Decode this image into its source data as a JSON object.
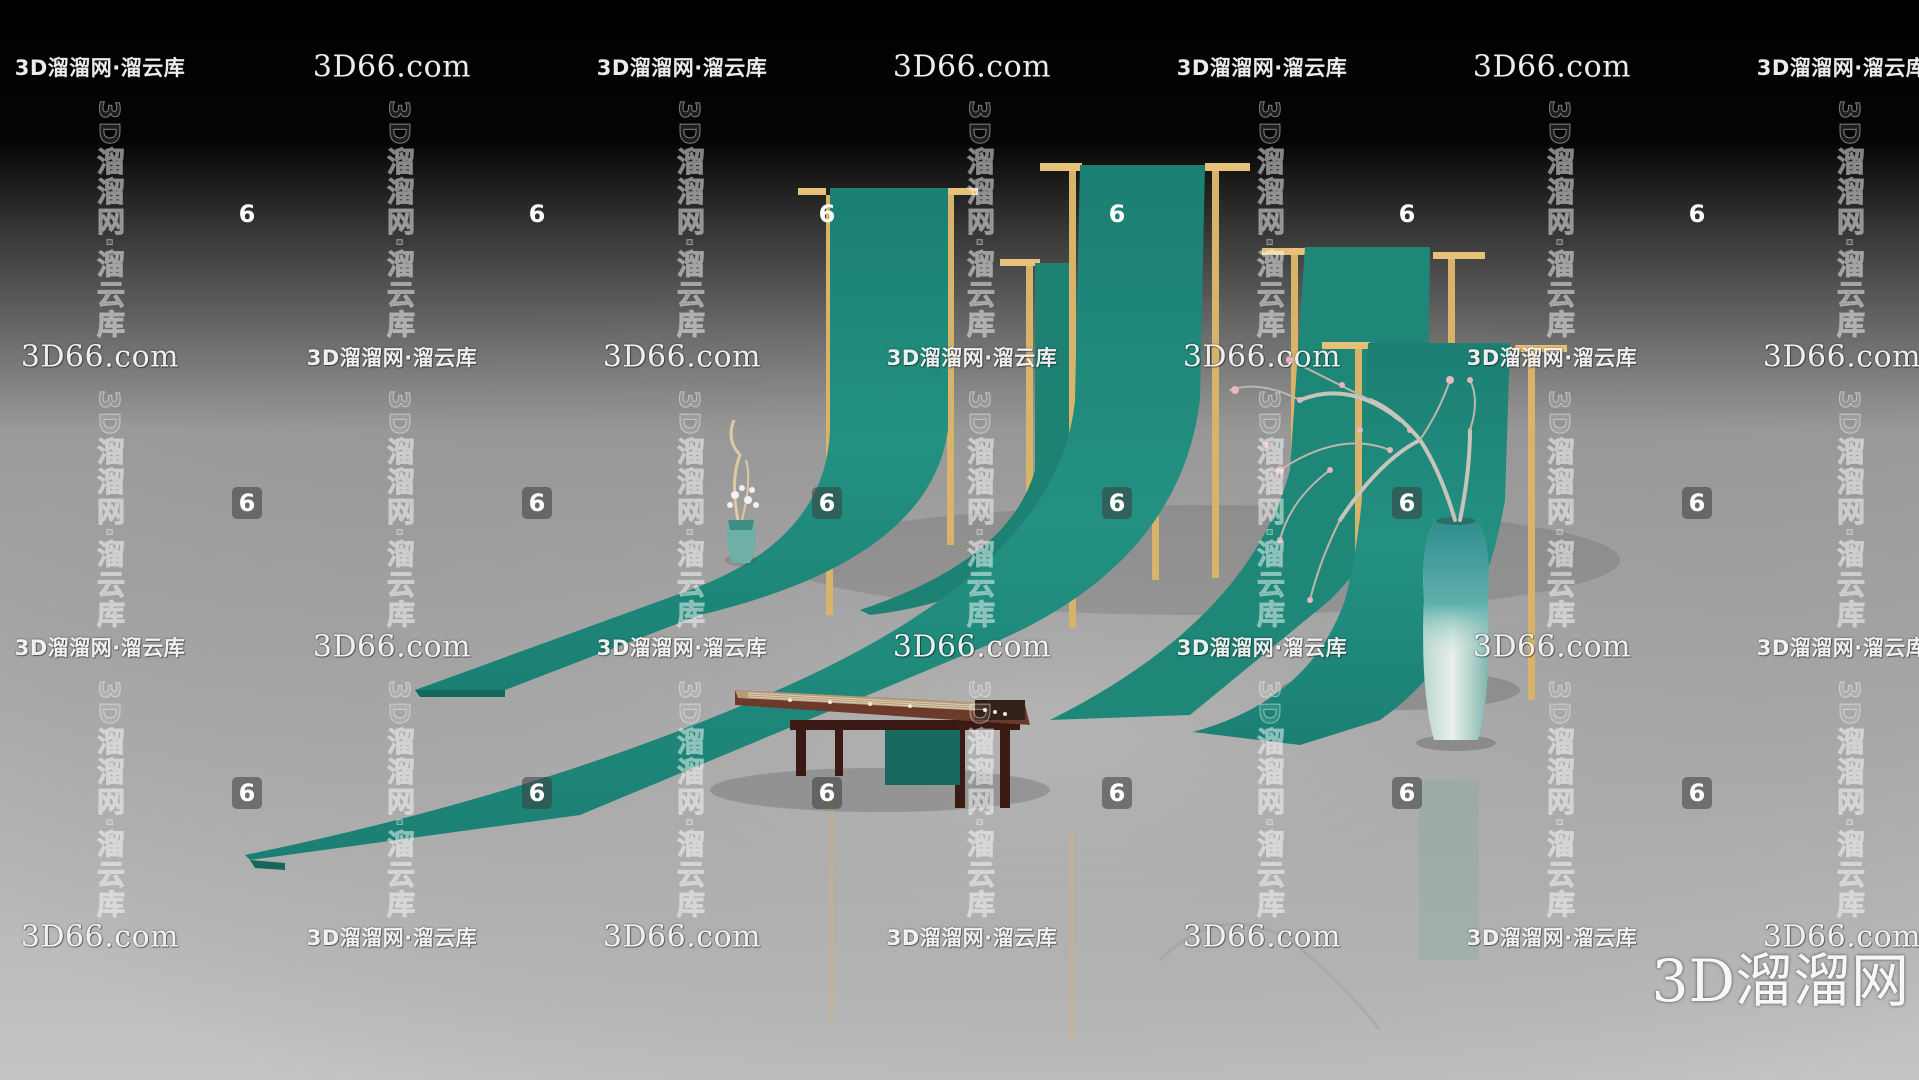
{
  "watermarks": {
    "url_text": "3D66.com",
    "cn_text": "3D溜溜网·溜云库",
    "vertical_text": "3D溜溜网·溜云库",
    "logo_glyph": "6",
    "brand_text": "3D溜溜网"
  },
  "colors": {
    "backdrop_top": "#000000",
    "floor_light": "#b2b2b2",
    "floor_dark": "#6f6f6f",
    "banner_teal": "#1f8a7c",
    "banner_teal_dark": "#15665c",
    "pole_gold": "#d8b36a",
    "guzheng_wood": "#5a2a20"
  }
}
